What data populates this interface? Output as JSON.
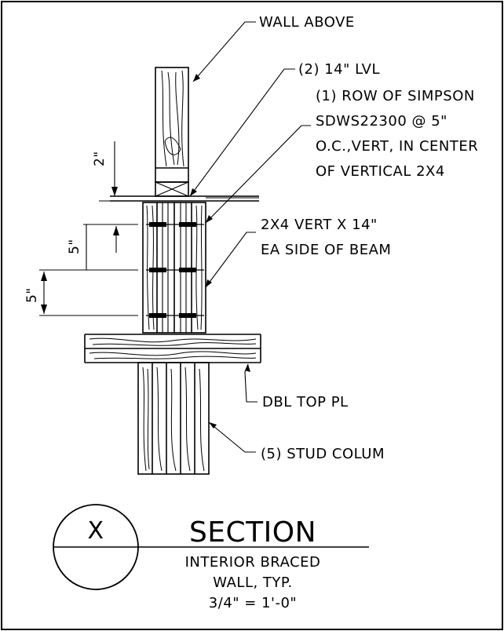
{
  "labels": {
    "wall_above": "WALL ABOVE",
    "lvl": "(2) 14\" LVL",
    "screw_line1": "(1) ROW OF SIMPSON",
    "screw_line2": "SDWS22300 @ 5\"",
    "screw_line3": "O.C.,VERT, IN CENTER",
    "screw_line4": "OF VERTICAL 2X4",
    "vert_line1": "2X4 VERT X 14\"",
    "vert_line2": "EA SIDE OF BEAM",
    "top_plate": "DBL TOP PL",
    "stud_column": "(5) STUD COLUM"
  },
  "dimensions": {
    "dim_top": "2\"",
    "dim_mid": "5\"",
    "dim_bottom": "5\""
  },
  "title_block": {
    "section_mark": "X",
    "title": "SECTION",
    "line1": "INTERIOR BRACED",
    "line2": "WALL, TYP.",
    "scale": "3/4\" = 1'-0\""
  }
}
